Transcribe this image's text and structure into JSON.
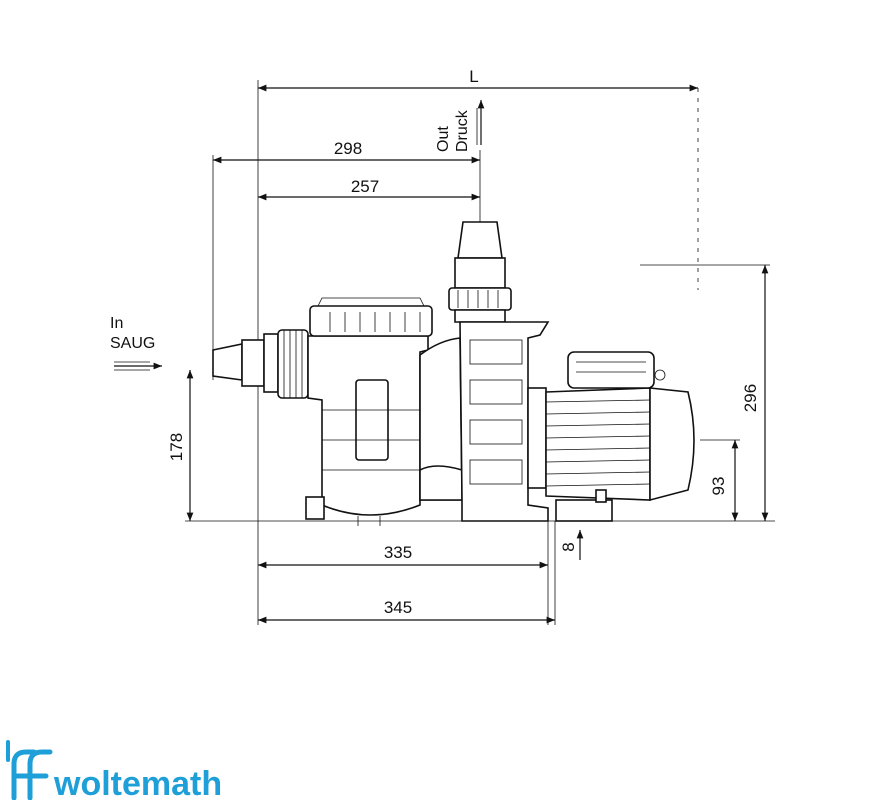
{
  "dimensions": {
    "length": "L",
    "width_298": "298",
    "width_257": "257",
    "height_178": "178",
    "height_296": "296",
    "height_93": "93",
    "base_8": "8",
    "base_335": "335",
    "base_345": "345"
  },
  "labels": {
    "outlet_line1": "Out",
    "outlet_line2": "Druck",
    "inlet_line1": "In",
    "inlet_line2": "SAUG"
  },
  "logo": {
    "text": "woltemath",
    "color": "#1e9fd8"
  }
}
